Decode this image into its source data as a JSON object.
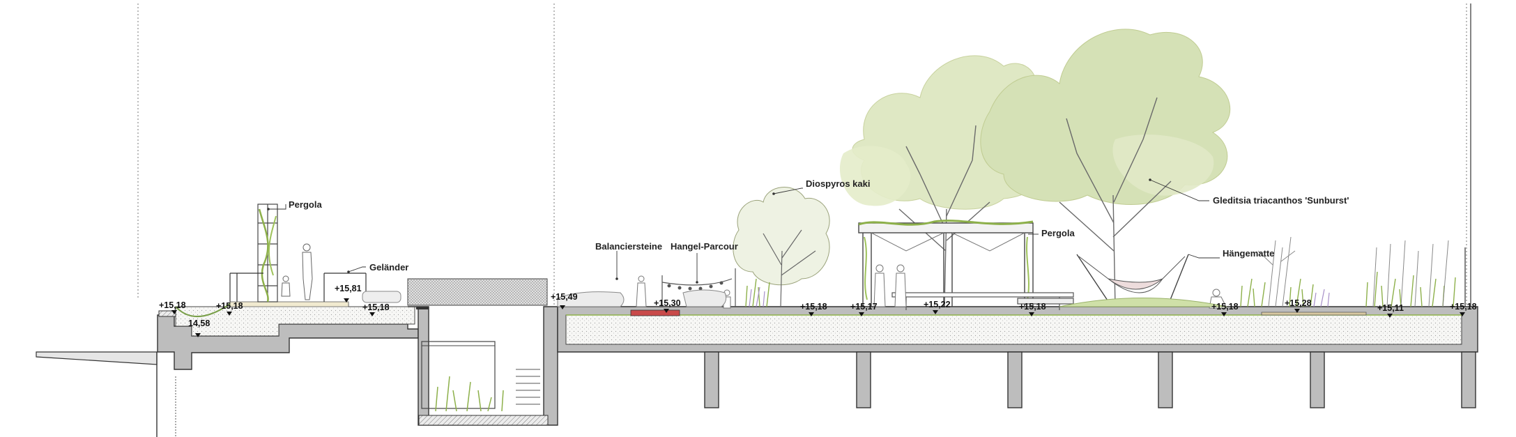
{
  "labels": {
    "pergola_left": "Pergola",
    "gelaender": "Geländer",
    "balanciersteine": "Balanciersteine",
    "hangel_parcour": "Hangel-Parcour",
    "diospyros": "Diospyros kaki",
    "pergola_center": "Pergola",
    "gleditsia": "Gleditsia triacanthos 'Sunburst'",
    "haengematte": "Hängematte"
  },
  "levels": {
    "l1": "+15,18",
    "l2": "14,58",
    "l3": "+15,18",
    "l4": "+15,81",
    "l5": "+15,18",
    "l6": "+15,49",
    "l7": "+15,30",
    "l8": "+15,18",
    "l9": "+15,17",
    "l10": "+15,22",
    "l11": "+15,18",
    "l12": "+15,18",
    "l13": "+15,28",
    "l14": "+15,11",
    "l15": "+15,18"
  },
  "colors": {
    "tree_canopy": "#d9e4b8",
    "planting_green": "#8db04a",
    "structure": "#555555",
    "slab_fill": "#f4f4f4",
    "pillar_fill": "#bdbdbd",
    "rubber_red": "#c94a4a"
  }
}
